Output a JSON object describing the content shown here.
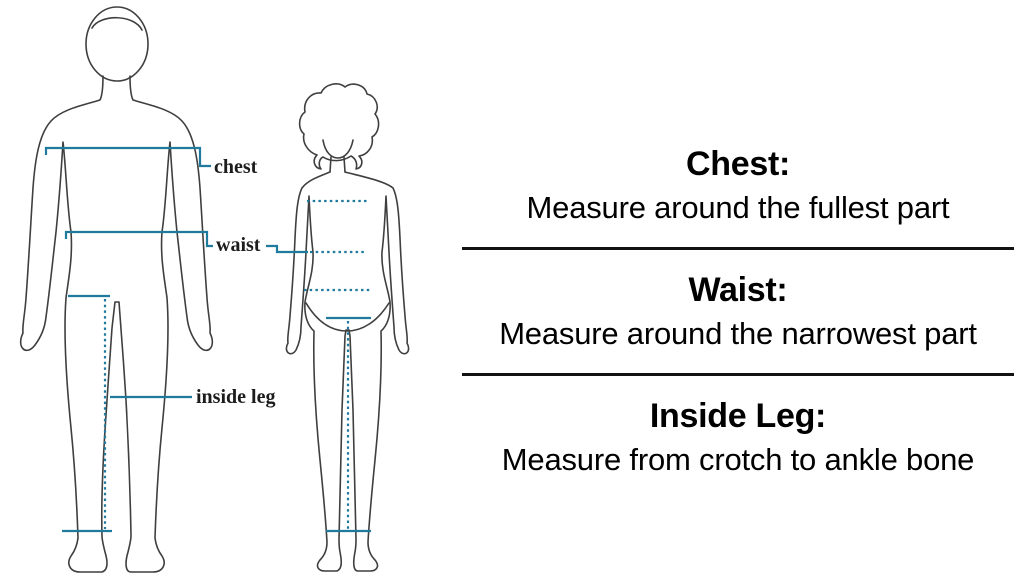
{
  "diagram": {
    "accent_color": "#1f7a9d",
    "labels": {
      "chest": "chest",
      "waist": "waist",
      "inside_leg": "inside leg"
    }
  },
  "instructions": {
    "sections": [
      {
        "title": "Chest:",
        "description": "Measure around the fullest part"
      },
      {
        "title": "Waist:",
        "description": "Measure around the narrowest part"
      },
      {
        "title": "Inside Leg:",
        "description": "Measure from crotch to ankle bone"
      }
    ]
  }
}
